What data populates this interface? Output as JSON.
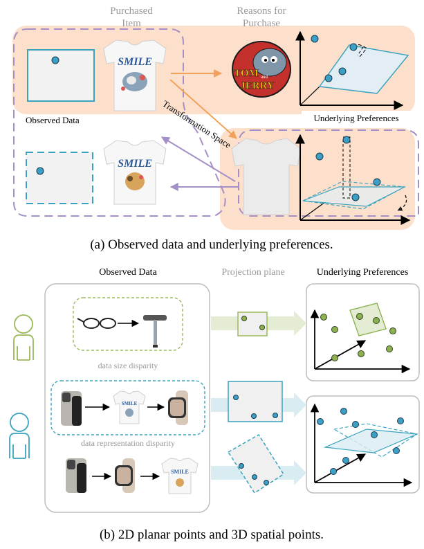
{
  "panel_a": {
    "header_purchased_1": "Purchased",
    "header_purchased_2": "Item",
    "header_reasons_1": "Reasons for",
    "header_reasons_2": "Purchase",
    "observed_data": "Observed Data",
    "transformation_space": "Transformation Space",
    "underlying_preferences": "Underlying Preferences",
    "tshirt_text": "SMILE",
    "logo_text_1": "TOM",
    "logo_text_2": "JERRY",
    "logo_text_small": "and",
    "caption": "(a) Observed data and underlying preferences."
  },
  "panel_b": {
    "header_observed": "Observed Data",
    "header_projection": "Projection plane",
    "header_underlying": "Underlying Preferences",
    "label_size_disparity": "data size disparity",
    "label_representation_disparity": "data representation disparity",
    "tshirt_text": "SMILE",
    "caption": "(b) 2D planar points and 3D spatial points."
  },
  "colors": {
    "peach_bg": "#fce0cc",
    "purple": "#a48fc6",
    "orange": "#f2a15a",
    "teal": "#3aa3bd",
    "teal_dot": "#3b9fc6",
    "green": "#9ab85a",
    "green_dot": "#8db150",
    "gray_text": "#9a9a9a"
  }
}
